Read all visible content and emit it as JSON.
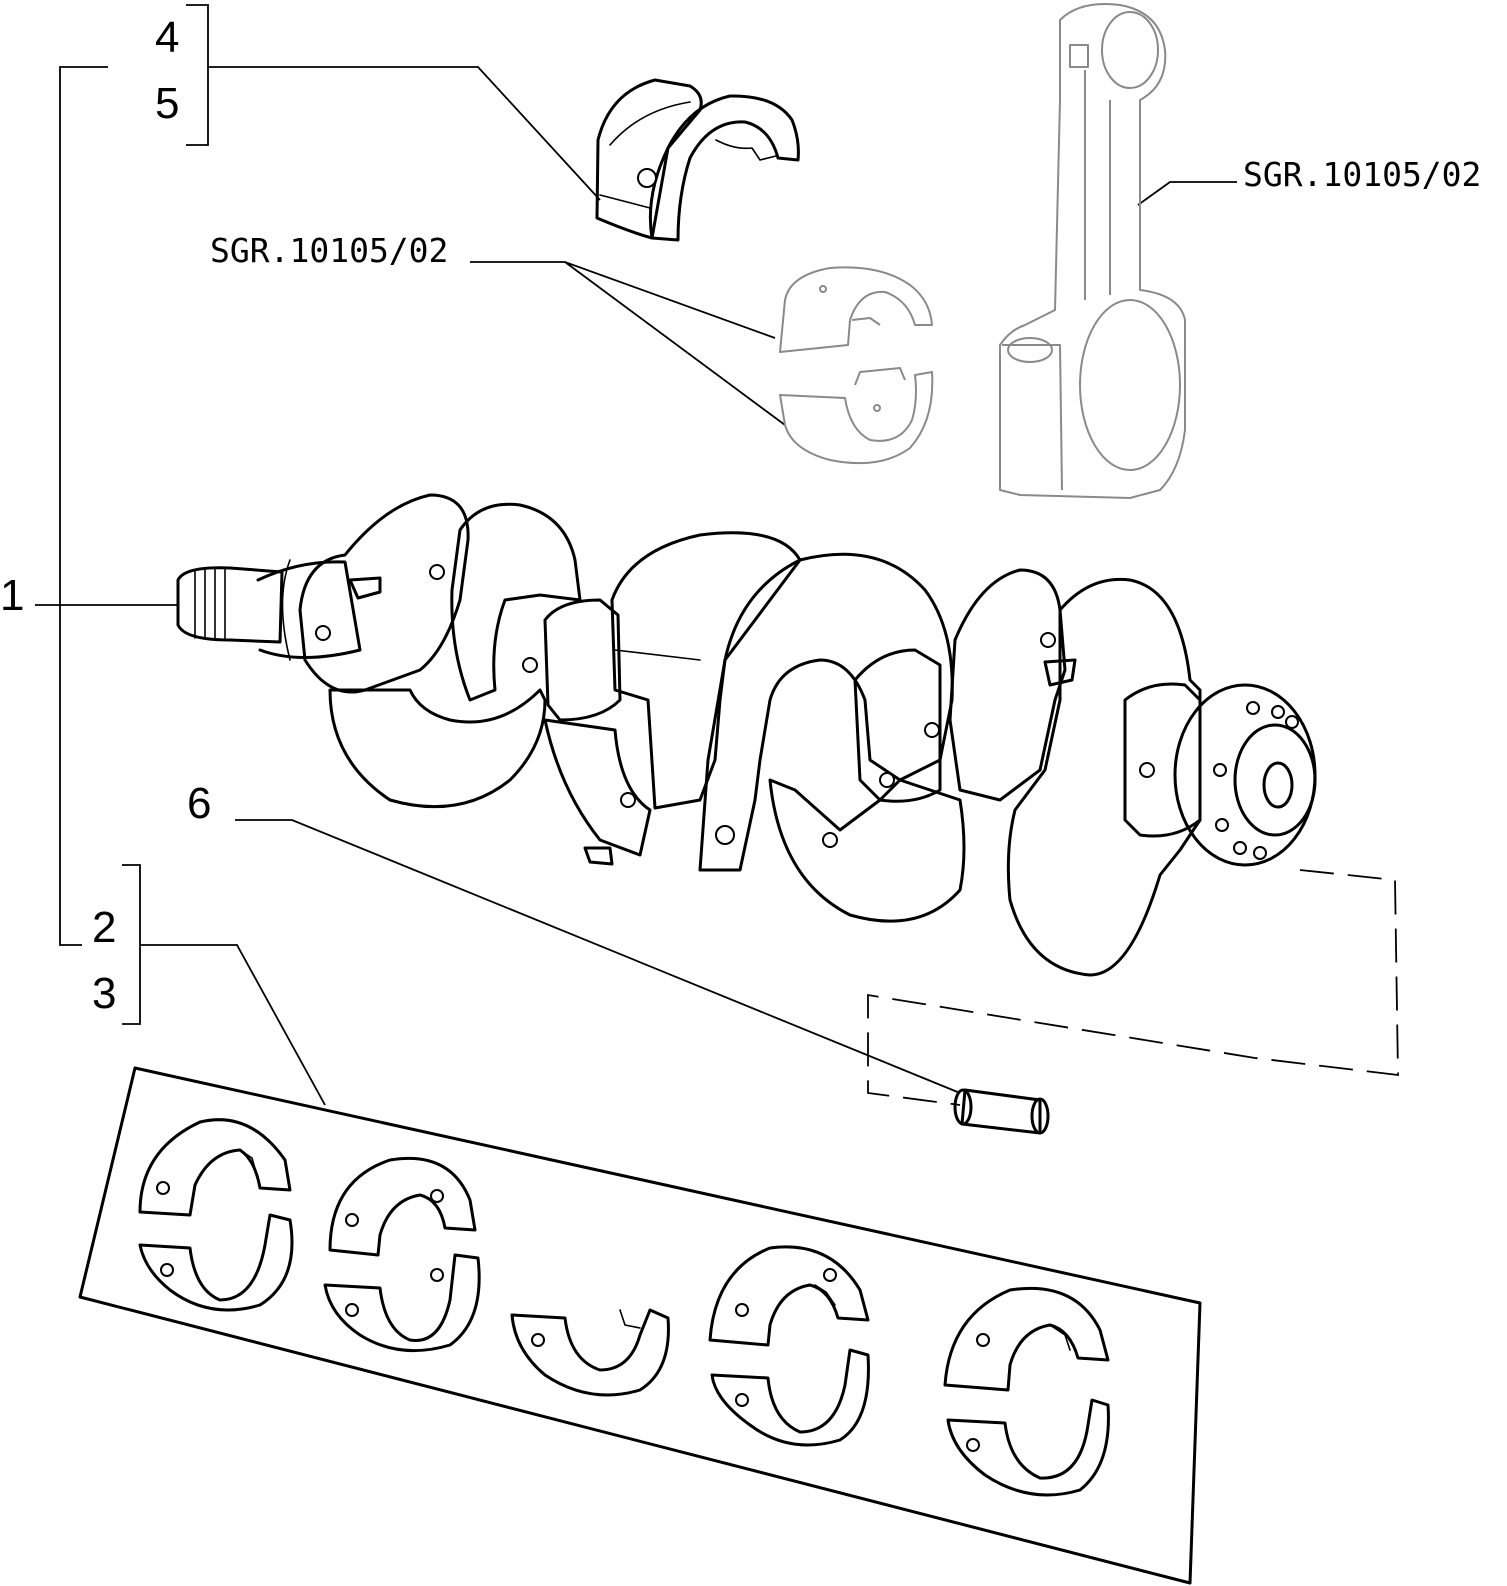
{
  "callouts": {
    "item_1": "1",
    "item_2": "2",
    "item_3": "3",
    "item_4": "4",
    "item_5": "5",
    "item_6": "6"
  },
  "references": {
    "conrod_bearings": "SGR.10105/02",
    "conrod": "SGR.10105/02"
  },
  "colors": {
    "ink": "#000000",
    "background": "#ffffff",
    "ghost_outline": "#8a8a8a"
  }
}
